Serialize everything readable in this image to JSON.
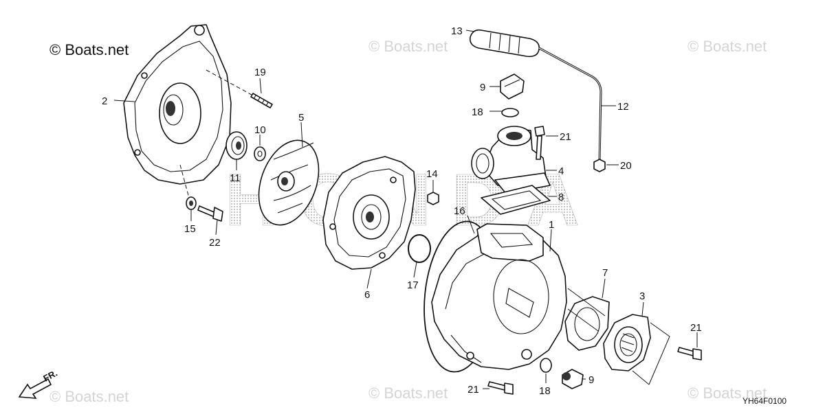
{
  "copyright": "© Boats.net",
  "watermark": "© Boats.net",
  "diagram_code": "YH64F0100",
  "front_label": "FR.",
  "brand_backdrop": "HONDA",
  "callouts": [
    {
      "id": "c1",
      "label": "1"
    },
    {
      "id": "c2",
      "label": "2"
    },
    {
      "id": "c3",
      "label": "3"
    },
    {
      "id": "c4",
      "label": "4"
    },
    {
      "id": "c5",
      "label": "5"
    },
    {
      "id": "c6",
      "label": "6"
    },
    {
      "id": "c7",
      "label": "7"
    },
    {
      "id": "c8",
      "label": "8"
    },
    {
      "id": "c9a",
      "label": "9"
    },
    {
      "id": "c9b",
      "label": "9"
    },
    {
      "id": "c10",
      "label": "10"
    },
    {
      "id": "c11",
      "label": "11"
    },
    {
      "id": "c12",
      "label": "12"
    },
    {
      "id": "c13",
      "label": "13"
    },
    {
      "id": "c14",
      "label": "14"
    },
    {
      "id": "c15",
      "label": "15"
    },
    {
      "id": "c16",
      "label": "16"
    },
    {
      "id": "c17",
      "label": "17"
    },
    {
      "id": "c18a",
      "label": "18"
    },
    {
      "id": "c18b",
      "label": "18"
    },
    {
      "id": "c19",
      "label": "19"
    },
    {
      "id": "c20",
      "label": "20"
    },
    {
      "id": "c21a",
      "label": "21"
    },
    {
      "id": "c21b",
      "label": "21"
    },
    {
      "id": "c21c",
      "label": "21"
    },
    {
      "id": "c22",
      "label": "22"
    }
  ],
  "icons": {
    "front_arrow": "arrow-down-left-icon"
  }
}
